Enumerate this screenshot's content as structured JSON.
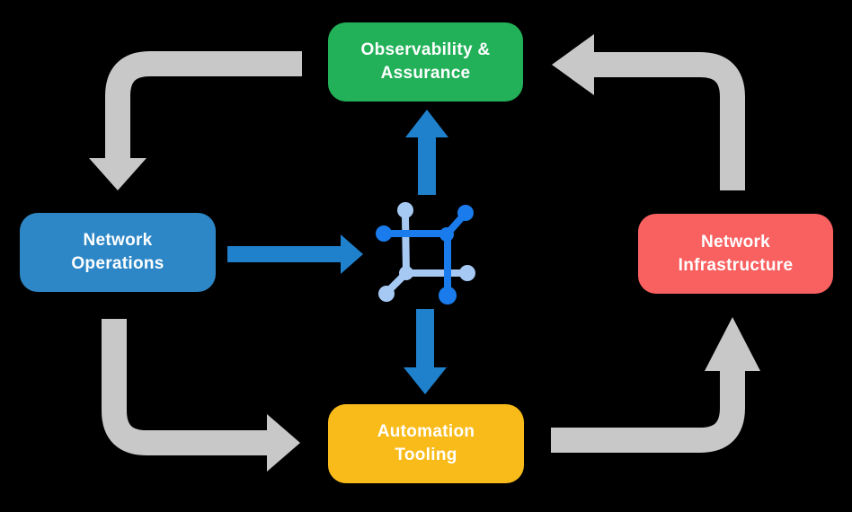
{
  "diagram": {
    "background": "#000000",
    "nodes": [
      {
        "id": "observability-assurance",
        "label_line1": "Observability &",
        "label_line2": "Assurance",
        "color": "#22B158",
        "text_color": "#FFFFFF"
      },
      {
        "id": "network-operations",
        "label_line1": "Network",
        "label_line2": "Operations",
        "color": "#2D87C6",
        "text_color": "#FFFFFF"
      },
      {
        "id": "network-infrastructure",
        "label_line1": "Network",
        "label_line2": "Infrastructure",
        "color": "#F96060",
        "text_color": "#FFFFFF"
      },
      {
        "id": "automation-tooling",
        "label_line1": "Automation",
        "label_line2": "Tooling",
        "color": "#F8BB1A",
        "text_color": "#FFFFFF"
      }
    ],
    "colors": {
      "cycle_arrow": "#C8C8C8",
      "flow_arrow": "#1F80CC",
      "icon_dark": "#1A7CEC",
      "icon_light": "#A6C9F3"
    },
    "arrows": {
      "cycle": [
        {
          "from": "observability-assurance",
          "to": "network-operations"
        },
        {
          "from": "network-operations",
          "to": "automation-tooling"
        },
        {
          "from": "automation-tooling",
          "to": "network-infrastructure"
        },
        {
          "from": "network-infrastructure",
          "to": "observability-assurance"
        }
      ],
      "flow": [
        {
          "from": "network-operations",
          "to": "network-hub"
        },
        {
          "from": "network-hub",
          "to": "observability-assurance"
        },
        {
          "from": "network-hub",
          "to": "automation-tooling"
        }
      ]
    },
    "center_icon": "network-hub-icon"
  }
}
